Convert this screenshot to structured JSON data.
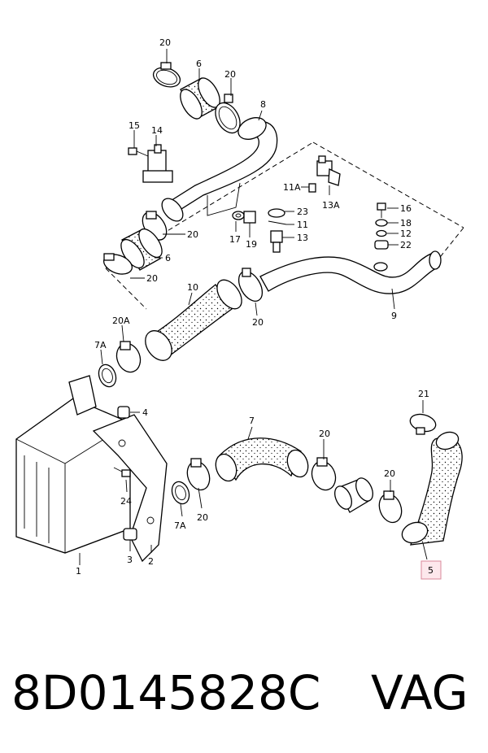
{
  "labels": {
    "p20_top": "20",
    "p6_top": "6",
    "p20_b": "20",
    "p8": "8",
    "p15": "15",
    "p14": "14",
    "p11A": "11A",
    "p13A": "13A",
    "p16": "16",
    "p18": "18",
    "p12": "12",
    "p22": "22",
    "p23": "23",
    "p11": "11",
    "p13": "13",
    "p17": "17",
    "p19": "19",
    "p20_c": "20",
    "p6_mid": "6",
    "p20_d": "20",
    "p10": "10",
    "p20_e": "20",
    "p9": "9",
    "p20A": "20A",
    "p7A_top": "7A",
    "p4": "4",
    "p7": "7",
    "p20_f": "20",
    "p21": "21",
    "p20_g": "20",
    "p24": "24",
    "p7A_bot": "7A",
    "p20_h": "20",
    "p3": "3",
    "p2": "2",
    "p1": "1",
    "p5": "5"
  },
  "footer": {
    "part_number": "8D0145828C",
    "brand": "VAG"
  },
  "colors": {
    "highlight_fill": "#fde8ec",
    "highlight_border": "#d9889a"
  }
}
